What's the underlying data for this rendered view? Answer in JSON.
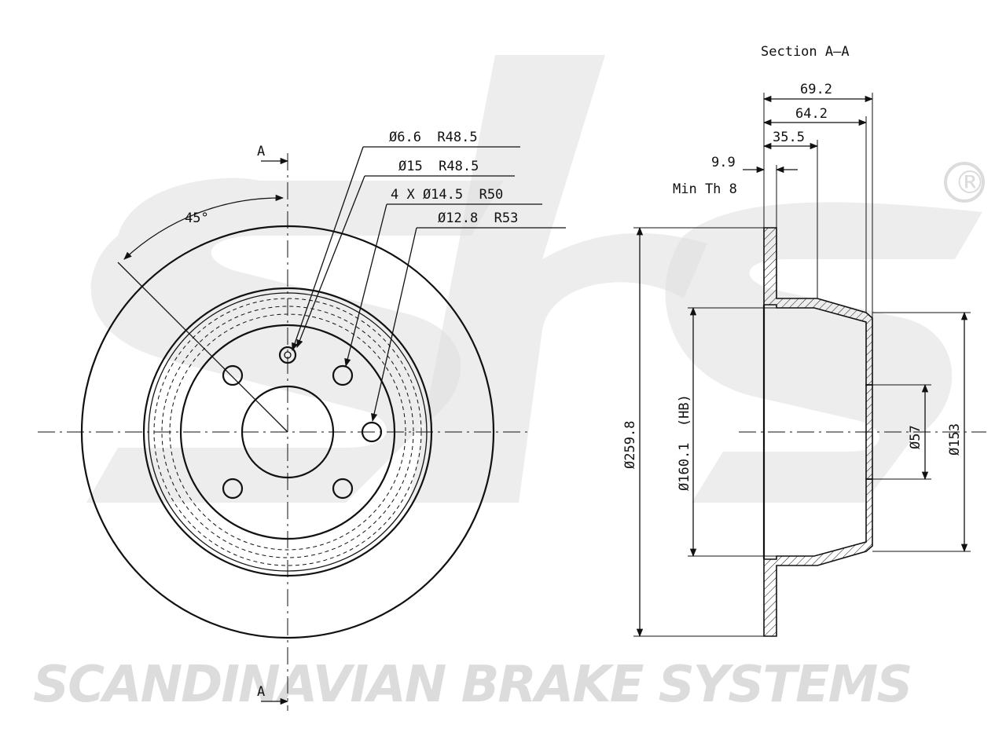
{
  "brand": {
    "watermark_text": "SCANDINAVIAN BRAKE SYSTEMS",
    "logo_text": "sbs",
    "registered_mark": "®"
  },
  "section": {
    "title": "Section A–A",
    "marker_top": "A",
    "marker_bottom": "A"
  },
  "front_view": {
    "angle_label": "45°",
    "hole_callouts": [
      "Ø6.6  R48.5",
      "Ø15  R48.5",
      "4 X Ø14.5  R50",
      "Ø12.8  R53"
    ]
  },
  "section_view": {
    "dim_overall_height": "69.2",
    "dim_hat_height": "64.2",
    "dim_inner": "35.5",
    "dim_disc_thickness": "9.9",
    "min_thickness": "Min Th 8",
    "dia_disc": "Ø259.8",
    "dia_hb": "Ø160.1  (HB)",
    "dia_center": "Ø57",
    "dia_hat": "Ø153"
  },
  "colors": {
    "line": "#111111",
    "watermark": "#dcdcdc"
  }
}
